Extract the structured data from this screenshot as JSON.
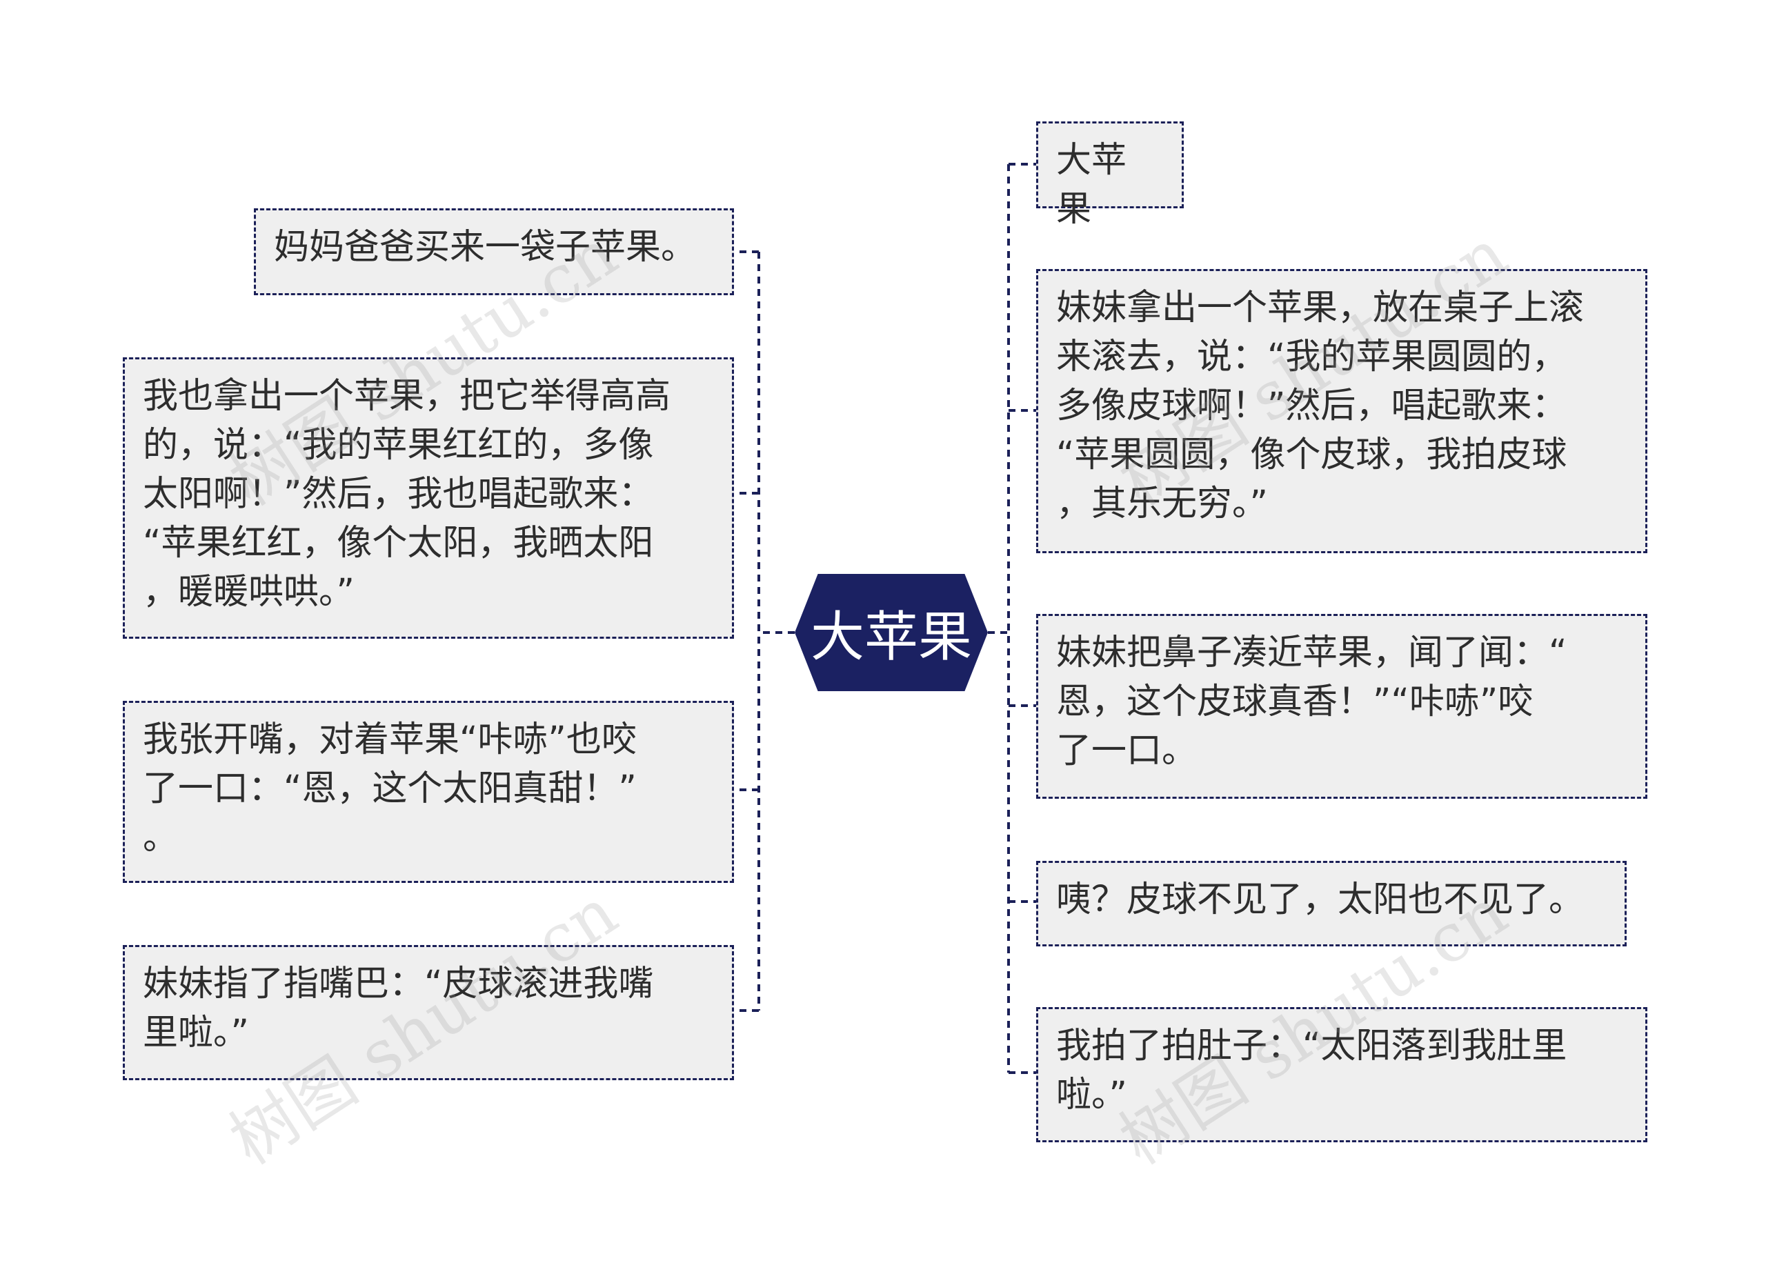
{
  "center_topic": "大苹果",
  "left_nodes": [
    "妈妈爸爸买来一袋子苹果。",
    "我也拿出一个苹果，把它举得高高\n的，说：“我的苹果红红的，多像\n太阳啊！”然后，我也唱起歌来：\n“苹果红红，像个太阳，我晒太阳\n，暖暖哄哄。”",
    "我张开嘴，对着苹果“咔哧”也咬\n了一口：“恩，这个太阳真甜！”\n。",
    "妹妹指了指嘴巴：“皮球滚进我嘴\n里啦。”"
  ],
  "right_nodes": [
    "大苹果",
    "妹妹拿出一个苹果，放在桌子上滚\n来滚去，说：“我的苹果圆圆的，\n多像皮球啊！”然后，唱起歌来：\n“苹果圆圆，像个皮球，我拍皮球\n，其乐无穷。”",
    "妹妹把鼻子凑近苹果，闻了闻：“\n恩，这个皮球真香！”“咔哧”咬\n了一口。",
    "咦？皮球不见了，太阳也不见了。",
    "我拍了拍肚子：“太阳落到我肚里\n啦。”"
  ],
  "watermark": "树图 shutu.cn",
  "colors": {
    "center_fill": "#1b2162",
    "border": "#1b2058",
    "node_fill": "#efefef",
    "text": "#2d2d2d"
  }
}
